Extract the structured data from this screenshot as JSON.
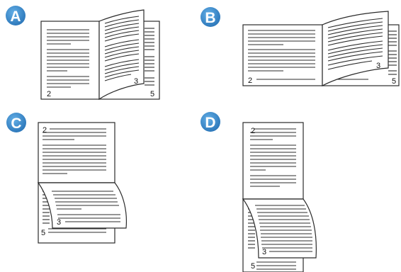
{
  "colors": {
    "badge": "#3a8fd3",
    "badge_edge": "#2a75b8",
    "ink": "#2b2b2b",
    "paper": "#ffffff"
  },
  "panels": [
    {
      "badge": "A",
      "left_page": "2",
      "mid_page": "3",
      "back_page": "5"
    },
    {
      "badge": "B",
      "left_page": "2",
      "mid_page": "3",
      "back_page": "5"
    },
    {
      "badge": "C",
      "top_page": "2",
      "mid_page": "3",
      "back_page": "5"
    },
    {
      "badge": "D",
      "top_page": "2",
      "mid_page": "3",
      "back_page": "5"
    }
  ]
}
